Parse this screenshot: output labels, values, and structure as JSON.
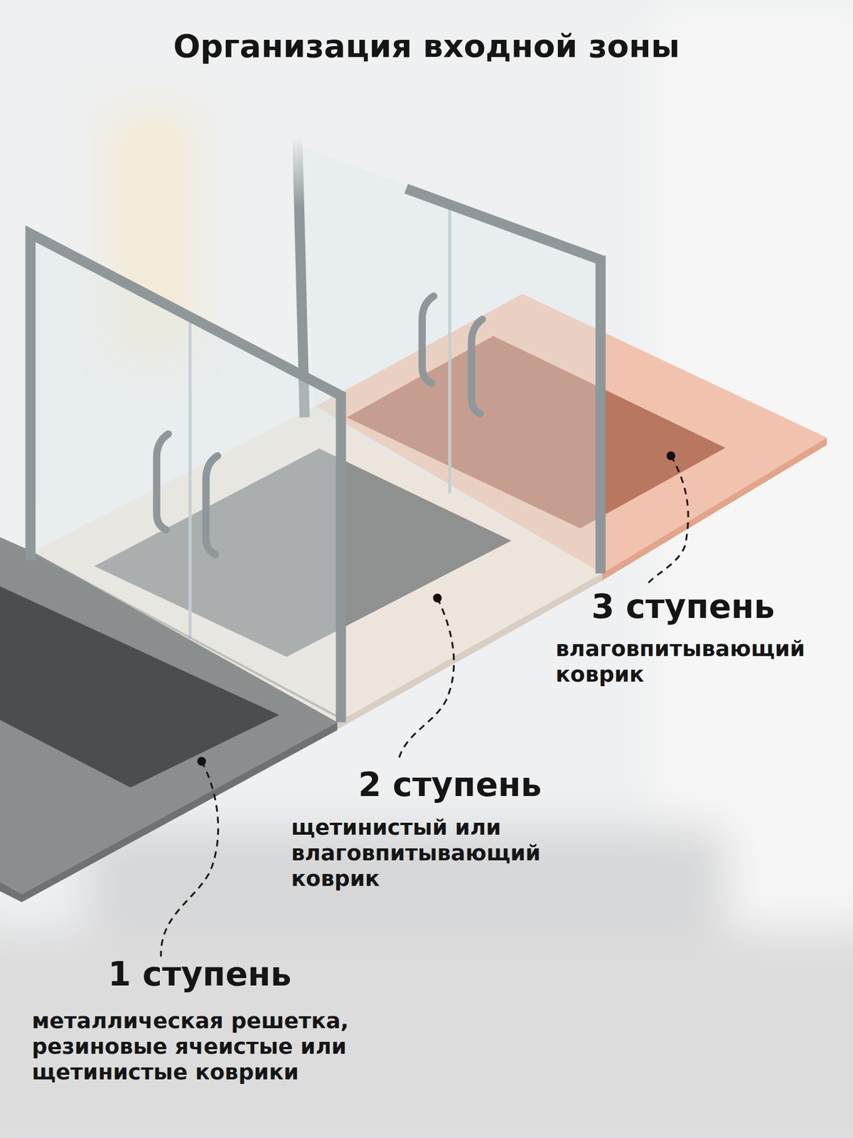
{
  "diagram": {
    "title": "Организация входной зоны",
    "labels": [
      "3 ступень",
      "влаговпитывающий коврик",
      "2 ступень",
      "щетинистый или влаговпитывающий коврик",
      "1 ступень",
      "металлическая решетка, резиновые ячеистые или щетинистые коврики"
    ]
  }
}
